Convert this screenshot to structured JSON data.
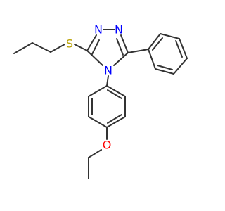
{
  "molecule": {
    "atoms": {
      "n1": {
        "label": "N",
        "color": "#0000ff"
      },
      "n2": {
        "label": "N",
        "color": "#0000ff"
      },
      "n4": {
        "label": "N",
        "color": "#0000ff"
      },
      "s": {
        "label": "S",
        "color": "#b8a000"
      },
      "o": {
        "label": "O",
        "color": "#ff0000"
      }
    },
    "bond_color": "#333333"
  }
}
